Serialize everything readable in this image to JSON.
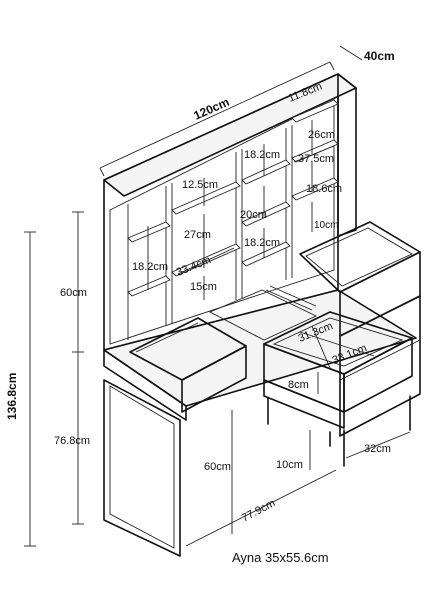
{
  "diagram": {
    "overall": {
      "width": "120cm",
      "depth": "40cm",
      "height": "136.8cm",
      "hutch_height": "60cm",
      "desk_height": "76.8cm"
    },
    "hutch_left": {
      "shelf_height": "18.2cm"
    },
    "hutch_center": {
      "top_gap": "12.5cm",
      "middle_gap": "27cm",
      "mirror_hole_width": "33.4cm",
      "bottom_gap": "15cm"
    },
    "hutch_right_center": {
      "upper_gap": "18.2cm",
      "middle_gap": "20cm",
      "lower_gap": "18.2cm"
    },
    "hutch_right": {
      "top_gap": "11.8cm",
      "upper_shelf": "26cm",
      "width": "37.5cm",
      "lower_shelf": "18.6cm",
      "bottom_gap": "10cm"
    },
    "drawer": {
      "inner_depth": "31.3cm",
      "inner_width": "33.1cm",
      "height": "8cm"
    },
    "legs": {
      "left_leg_height": "60cm",
      "foot_height": "10cm",
      "right_depth": "32cm",
      "inner_width": "77.9cm"
    },
    "mirror": {
      "label": "Ayna 35x55.6cm"
    }
  }
}
